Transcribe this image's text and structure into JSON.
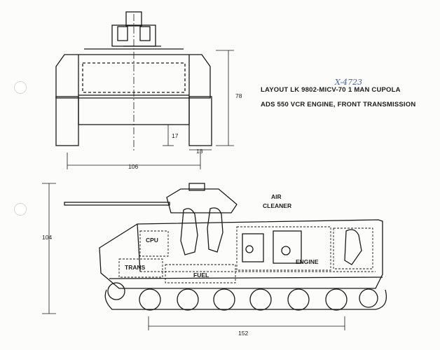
{
  "layout_title": "LAYOUT LK 9802-MICV-70",
  "cupola": "1 MAN CUPOLA",
  "engine_line": "ADS 550 VCR ENGINE, FRONT TRANSMISSION",
  "handwritten_note": "X-4723",
  "front_view": {
    "dim_height": "78",
    "dim_clearance": "17",
    "dim_track": "18",
    "dim_width": "106"
  },
  "side_view": {
    "dim_height": "104",
    "dim_length": "152",
    "labels": {
      "air_cleaner_1": "AIR",
      "air_cleaner_2": "CLEANER",
      "cpu": "CPU",
      "trans": "TRANS",
      "fuel": "FUEL",
      "engine": "ENGINE"
    }
  }
}
